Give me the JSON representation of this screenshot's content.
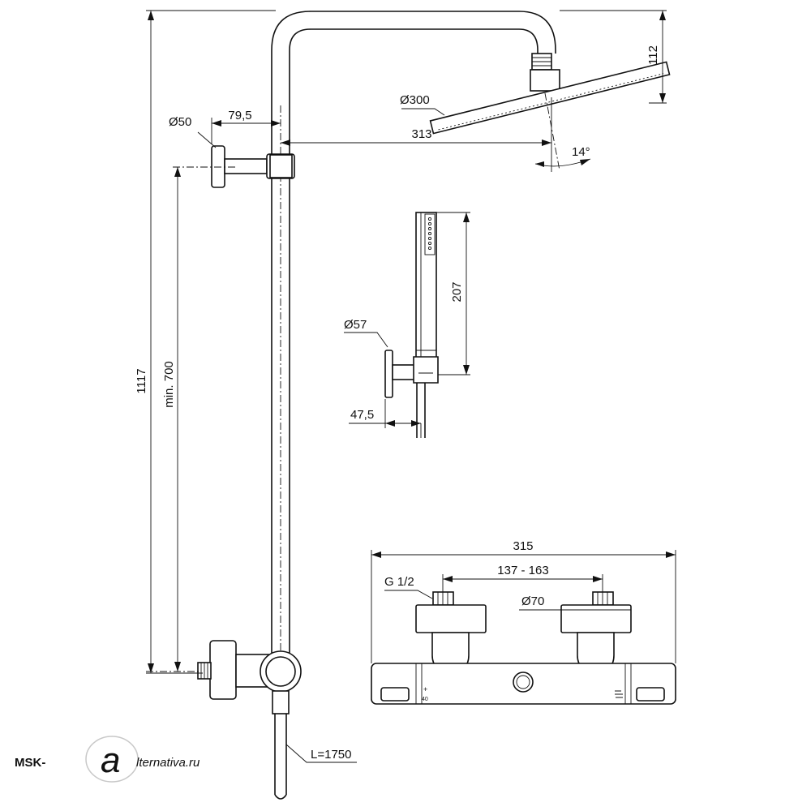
{
  "dimensions": {
    "total_height": "1117",
    "min_height": "min. 700",
    "wall_flange_diameter": "Ø50",
    "wall_bracket_projection": "79,5",
    "arm_reach": "313",
    "head_diameter": "Ø300",
    "head_drop": "112",
    "head_angle": "14°",
    "handshower_length": "207",
    "holder_diameter": "Ø57",
    "holder_projection": "47,5",
    "mixer_width": "315",
    "inlet_spacing": "137 - 163",
    "inlet_thread": "G 1/2",
    "inlet_cover_diameter": "Ø70",
    "hose_length": "L=1750"
  },
  "thermostat_scale": {
    "plus": "+",
    "temperature": "40"
  },
  "watermark": {
    "left": "MSK-",
    "logo_letter": "a",
    "right": "lternativa.ru"
  }
}
